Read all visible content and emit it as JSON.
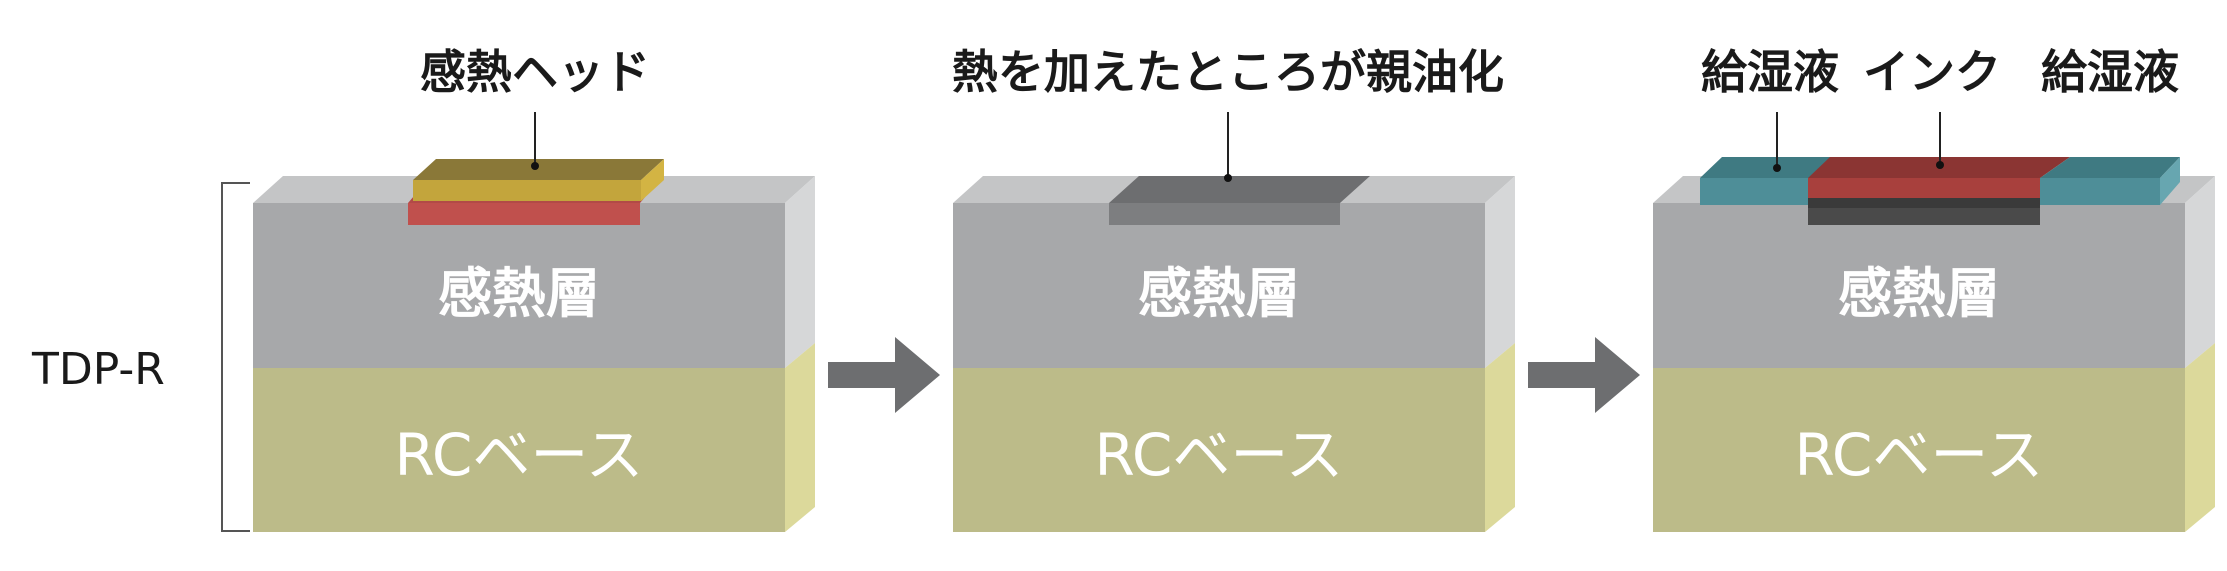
{
  "side_label": "TDP-R",
  "panels": [
    {
      "layer_label": "感熱層",
      "base_label": "RCベース",
      "callouts": [
        "感熱ヘッド"
      ]
    },
    {
      "layer_label": "感熱層",
      "base_label": "RCベース",
      "callouts": [
        "熱を加えたところが親油化"
      ]
    },
    {
      "layer_label": "感熱層",
      "base_label": "RCベース",
      "callouts": [
        "給湿液",
        "インク",
        "給湿液"
      ]
    }
  ],
  "colors": {
    "layer_front": "#a7a8aa",
    "layer_top": "#c4c5c6",
    "layer_side": "#d6d7d8",
    "base_front": "#bcbb89",
    "base_side": "#dcd99b",
    "head_top": "#8a7838",
    "head_front": "#c3a53c",
    "head_red": "#c0504d",
    "dark_region": "#6d6e70",
    "cyan": "#4e8e98",
    "ink_red": "#a8403d",
    "arrow": "#6d6e70"
  }
}
